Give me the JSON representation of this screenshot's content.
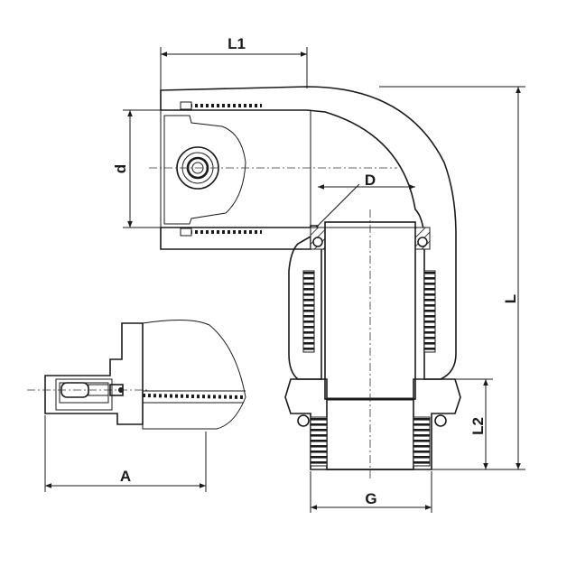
{
  "labels": {
    "L1": "L1",
    "d": "d",
    "D": "D",
    "L": "L",
    "L2": "L2",
    "G": "G",
    "A": "A"
  }
}
